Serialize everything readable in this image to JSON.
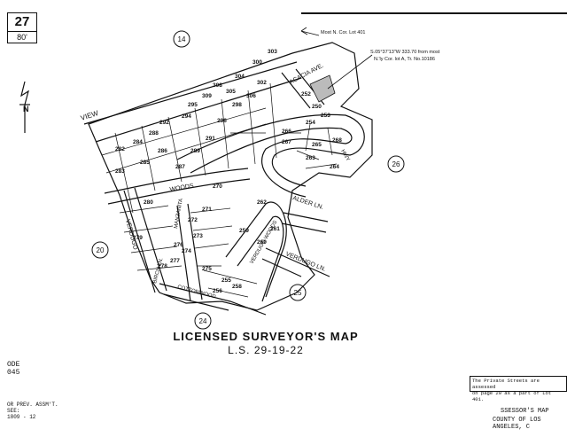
{
  "page_box": {
    "number": "27",
    "scale": "80'"
  },
  "title": {
    "main": "LICENSED SURVEYOR'S MAP",
    "sub": "L.S. 29-19-22"
  },
  "left_codes": {
    "line1": "ODE",
    "line2": "045"
  },
  "prev_assmt": {
    "line1": "OR PREV. ASSM'T. SEE:",
    "line2": "1809 - 12"
  },
  "private_streets_note": {
    "line1": "The Private Streets are assessed",
    "line2": "on page 20 as a part of Lot 401."
  },
  "assessor_footer": {
    "line1": "SSESSOR'S MAP",
    "line2": "COUNTY OF LOS ANGELES, C"
  },
  "corner_note": {
    "line1": "S.05°37'13\"W 333.70 from most",
    "line2": "N.'ly Cor. lot A, Tr. No.10186"
  },
  "most_n_cor": "Most N. Cor. Lot 401",
  "adjacent_pages": [
    "14",
    "26",
    "20",
    "25",
    "24"
  ],
  "streets": [
    "VIEW",
    "ACACIA AVE.",
    "WOODS",
    "VERDUGO",
    "ALDER LN.",
    "VERDUGO LN.",
    "MANZANITA",
    "COTTONWOOD",
    "BIRCH LN.",
    "HWY",
    "VERDUGO WOODS"
  ],
  "parcel_numbers": [
    "266",
    "267",
    "268",
    "265",
    "264",
    "263",
    "262",
    "261",
    "260",
    "259",
    "258",
    "270",
    "271",
    "272",
    "273",
    "274",
    "275",
    "276",
    "277",
    "278",
    "279",
    "280",
    "282",
    "283",
    "284",
    "285",
    "286",
    "287",
    "288",
    "289",
    "291",
    "292",
    "294",
    "295",
    "296",
    "298",
    "300",
    "302",
    "303",
    "304",
    "305",
    "306",
    "308",
    "309",
    "250",
    "252",
    "253",
    "254",
    "255",
    "256"
  ],
  "north_label": "N",
  "accent_colors": {
    "ink": "#111111",
    "paper": "#ffffff"
  }
}
